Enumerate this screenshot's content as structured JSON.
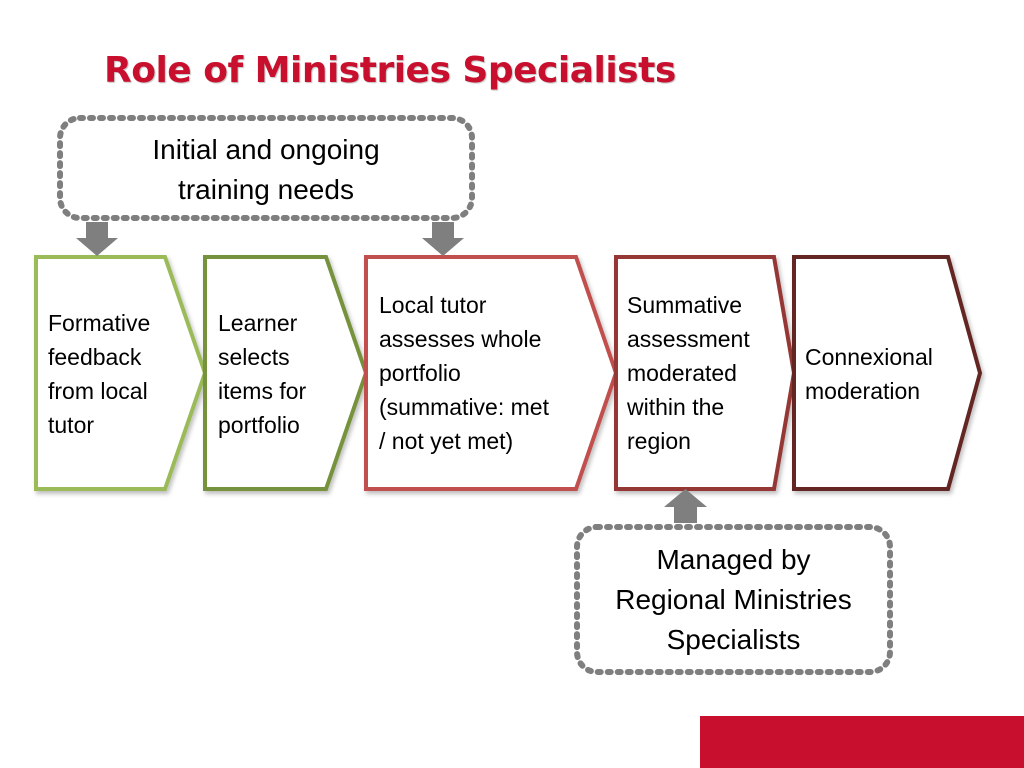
{
  "slide": {
    "title": "Role of Ministries Specialists"
  },
  "callouts": {
    "top": {
      "lines": [
        "Initial and ongoing",
        "training needs"
      ]
    },
    "bottom": {
      "lines": [
        "Managed by",
        "Regional Ministries",
        "Specialists"
      ]
    }
  },
  "steps": [
    {
      "lines": [
        "Formative",
        "feedback",
        "from local",
        "tutor"
      ],
      "color": "#9bbb59"
    },
    {
      "lines": [
        "Learner",
        "selects",
        "items for",
        "portfolio"
      ],
      "color": "#76923c"
    },
    {
      "lines": [
        "Local tutor",
        "assesses whole",
        "portfolio",
        "(summative: met",
        "/ not yet met)"
      ],
      "color": "#c0504d"
    },
    {
      "lines": [
        "Summative",
        "assessment",
        "moderated",
        "within the",
        "region"
      ],
      "color": "#953735"
    },
    {
      "lines": [
        "Connexional",
        "moderation"
      ],
      "color": "#632523"
    }
  ],
  "colors": {
    "title": "#c8102e",
    "callout_border": "#7f7f7f",
    "connector_arrow": "#7f7f7f",
    "corner_bar": "#c8102e"
  },
  "icons": {
    "connector": "arrow-down-icon",
    "connector_up": "arrow-up-icon"
  }
}
